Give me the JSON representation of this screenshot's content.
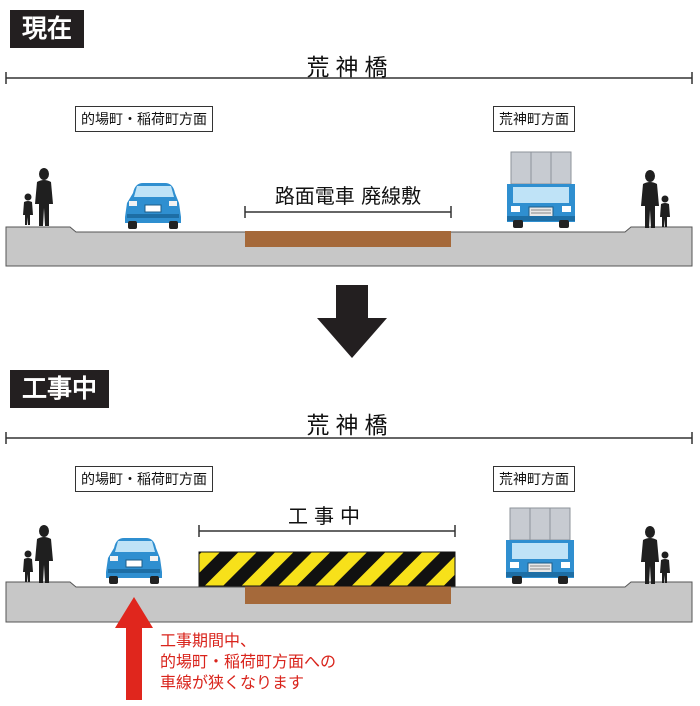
{
  "sections": [
    {
      "badge": "現在",
      "bridge": "荒神橋",
      "dir_left": "的場町・稲荷町方面",
      "dir_right": "荒神町方面",
      "center_label": "路面電車 廃線敷"
    },
    {
      "badge": "工事中",
      "bridge": "荒神橋",
      "dir_left": "的場町・稲荷町方面",
      "dir_right": "荒神町方面",
      "center_label": "工事中"
    }
  ],
  "note": {
    "line1": "工事期間中、",
    "line2": "的場町・稲荷町方面への",
    "line3": "車線が狭くなります"
  },
  "colors": {
    "road": "#c7c7c7",
    "rail_bed": "#a5693a",
    "car": "#2f8fd0",
    "stripe_yellow": "#f7e11a",
    "arrow_red": "#e0261d"
  }
}
